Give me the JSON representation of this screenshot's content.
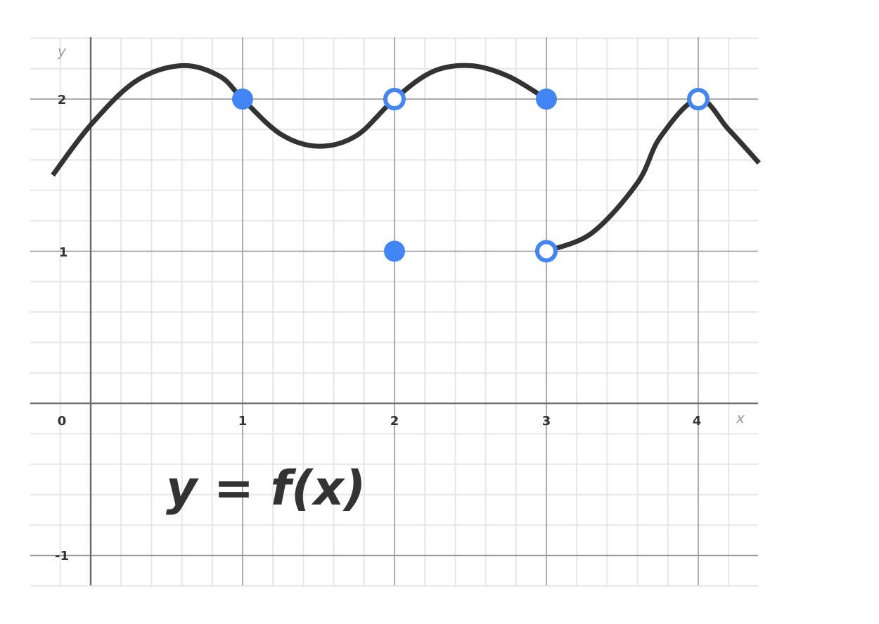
{
  "chart_data": {
    "type": "line",
    "title": "y = f(x)",
    "xlabel": "x",
    "ylabel": "y",
    "xlim": [
      -0.2,
      4.4
    ],
    "ylim": [
      -1.2,
      2.4
    ],
    "grid": true,
    "minor_grid_step": 0.2,
    "x_ticks": [
      "0",
      "1",
      "2",
      "3",
      "4"
    ],
    "y_ticks": [
      "2",
      "1",
      "-1"
    ],
    "curve_segments": [
      {
        "name": "segment-1",
        "points": [
          [
            -0.25,
            1.5
          ],
          [
            0,
            1.83
          ],
          [
            0.3,
            2.12
          ],
          [
            0.6,
            2.22
          ],
          [
            0.85,
            2.15
          ],
          [
            1,
            2.0
          ],
          [
            1.25,
            1.77
          ],
          [
            1.5,
            1.69
          ],
          [
            1.75,
            1.76
          ],
          [
            2,
            2.0
          ],
          [
            2.25,
            2.18
          ],
          [
            2.5,
            2.22
          ],
          [
            2.75,
            2.15
          ],
          [
            3,
            2.0
          ]
        ]
      },
      {
        "name": "segment-2",
        "points": [
          [
            3,
            1.0
          ],
          [
            3.3,
            1.12
          ],
          [
            3.6,
            1.45
          ],
          [
            3.75,
            1.75
          ],
          [
            4,
            2.0
          ],
          [
            4.2,
            1.8
          ],
          [
            4.4,
            1.58
          ]
        ]
      }
    ],
    "markers": [
      {
        "x": 1,
        "y": 2,
        "type": "closed"
      },
      {
        "x": 2,
        "y": 2,
        "type": "open"
      },
      {
        "x": 2,
        "y": 1,
        "type": "closed"
      },
      {
        "x": 3,
        "y": 2,
        "type": "closed"
      },
      {
        "x": 3,
        "y": 1,
        "type": "open"
      },
      {
        "x": 4,
        "y": 2,
        "type": "open"
      }
    ],
    "annotations": [
      "y = f(x)"
    ]
  },
  "labels": {
    "x_axis_name": "x",
    "y_axis_name": "y",
    "formula": "y = f(x)",
    "ticks": {
      "x0": "0",
      "x1": "1",
      "x2": "2",
      "x3": "3",
      "x4": "4",
      "y2": "2",
      "y1": "1",
      "yneg1": "-1"
    }
  },
  "colors": {
    "curve": "#333333",
    "marker": "#4285F4",
    "major_grid": "#999999",
    "minor_grid": "#e6e6e6",
    "axis": "#6e6e6e"
  }
}
